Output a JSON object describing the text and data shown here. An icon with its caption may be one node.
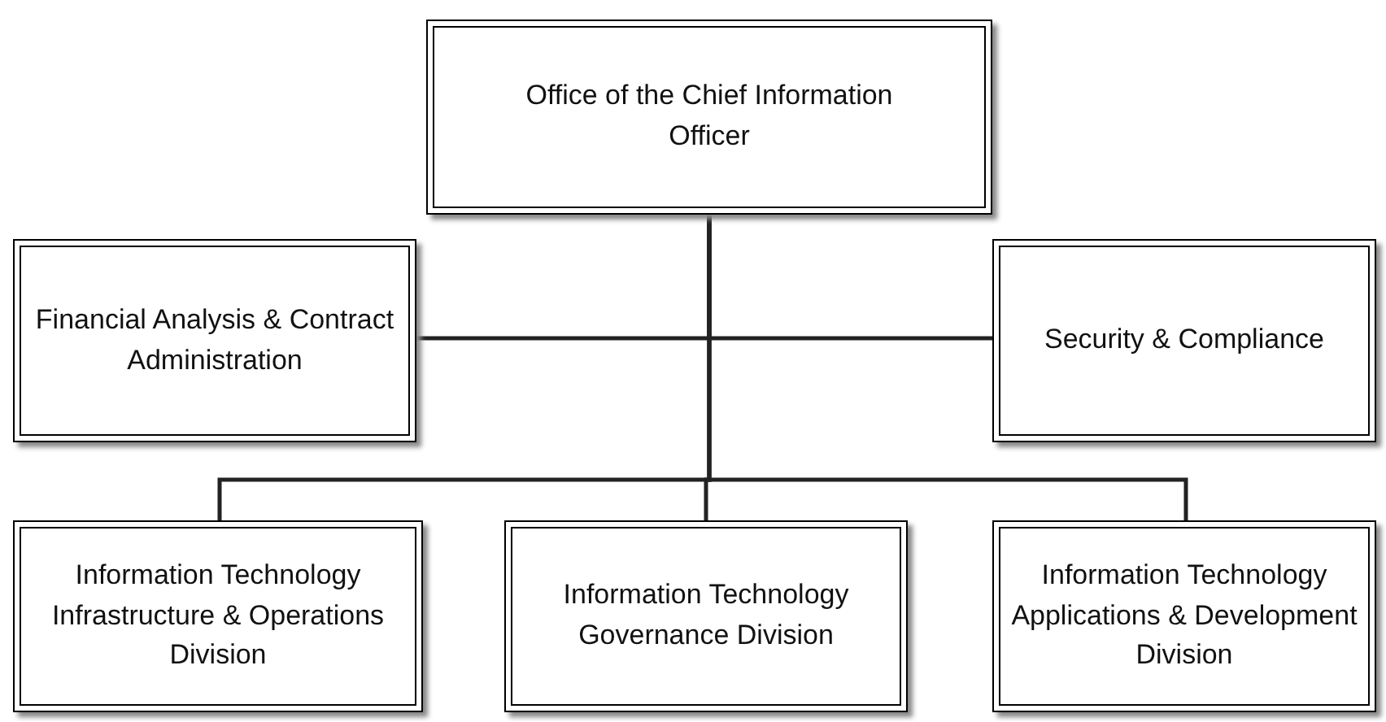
{
  "diagram": {
    "nodes": [
      {
        "text": [
          "Office of the Chief Information Officer"
        ]
      },
      {
        "text": [
          "Financial Analysis & Contract Administration"
        ]
      },
      {
        "text": [
          "Security & Compliance"
        ]
      },
      {
        "text": [
          "Information Technology Infrastructure & Operations Division"
        ]
      },
      {
        "text": [
          "Information Technology Governance Division"
        ]
      },
      {
        "text": [
          "Information Technology Applications & Development Division"
        ]
      }
    ],
    "edges": [
      {
        "from": 0,
        "to": 1,
        "arrow": "none"
      },
      {
        "from": 0,
        "to": 2,
        "arrow": "none"
      },
      {
        "from": 0,
        "to": 3,
        "arrow": "none"
      },
      {
        "from": 0,
        "to": 4,
        "arrow": "none"
      },
      {
        "from": 0,
        "to": 5,
        "arrow": "none"
      }
    ]
  }
}
